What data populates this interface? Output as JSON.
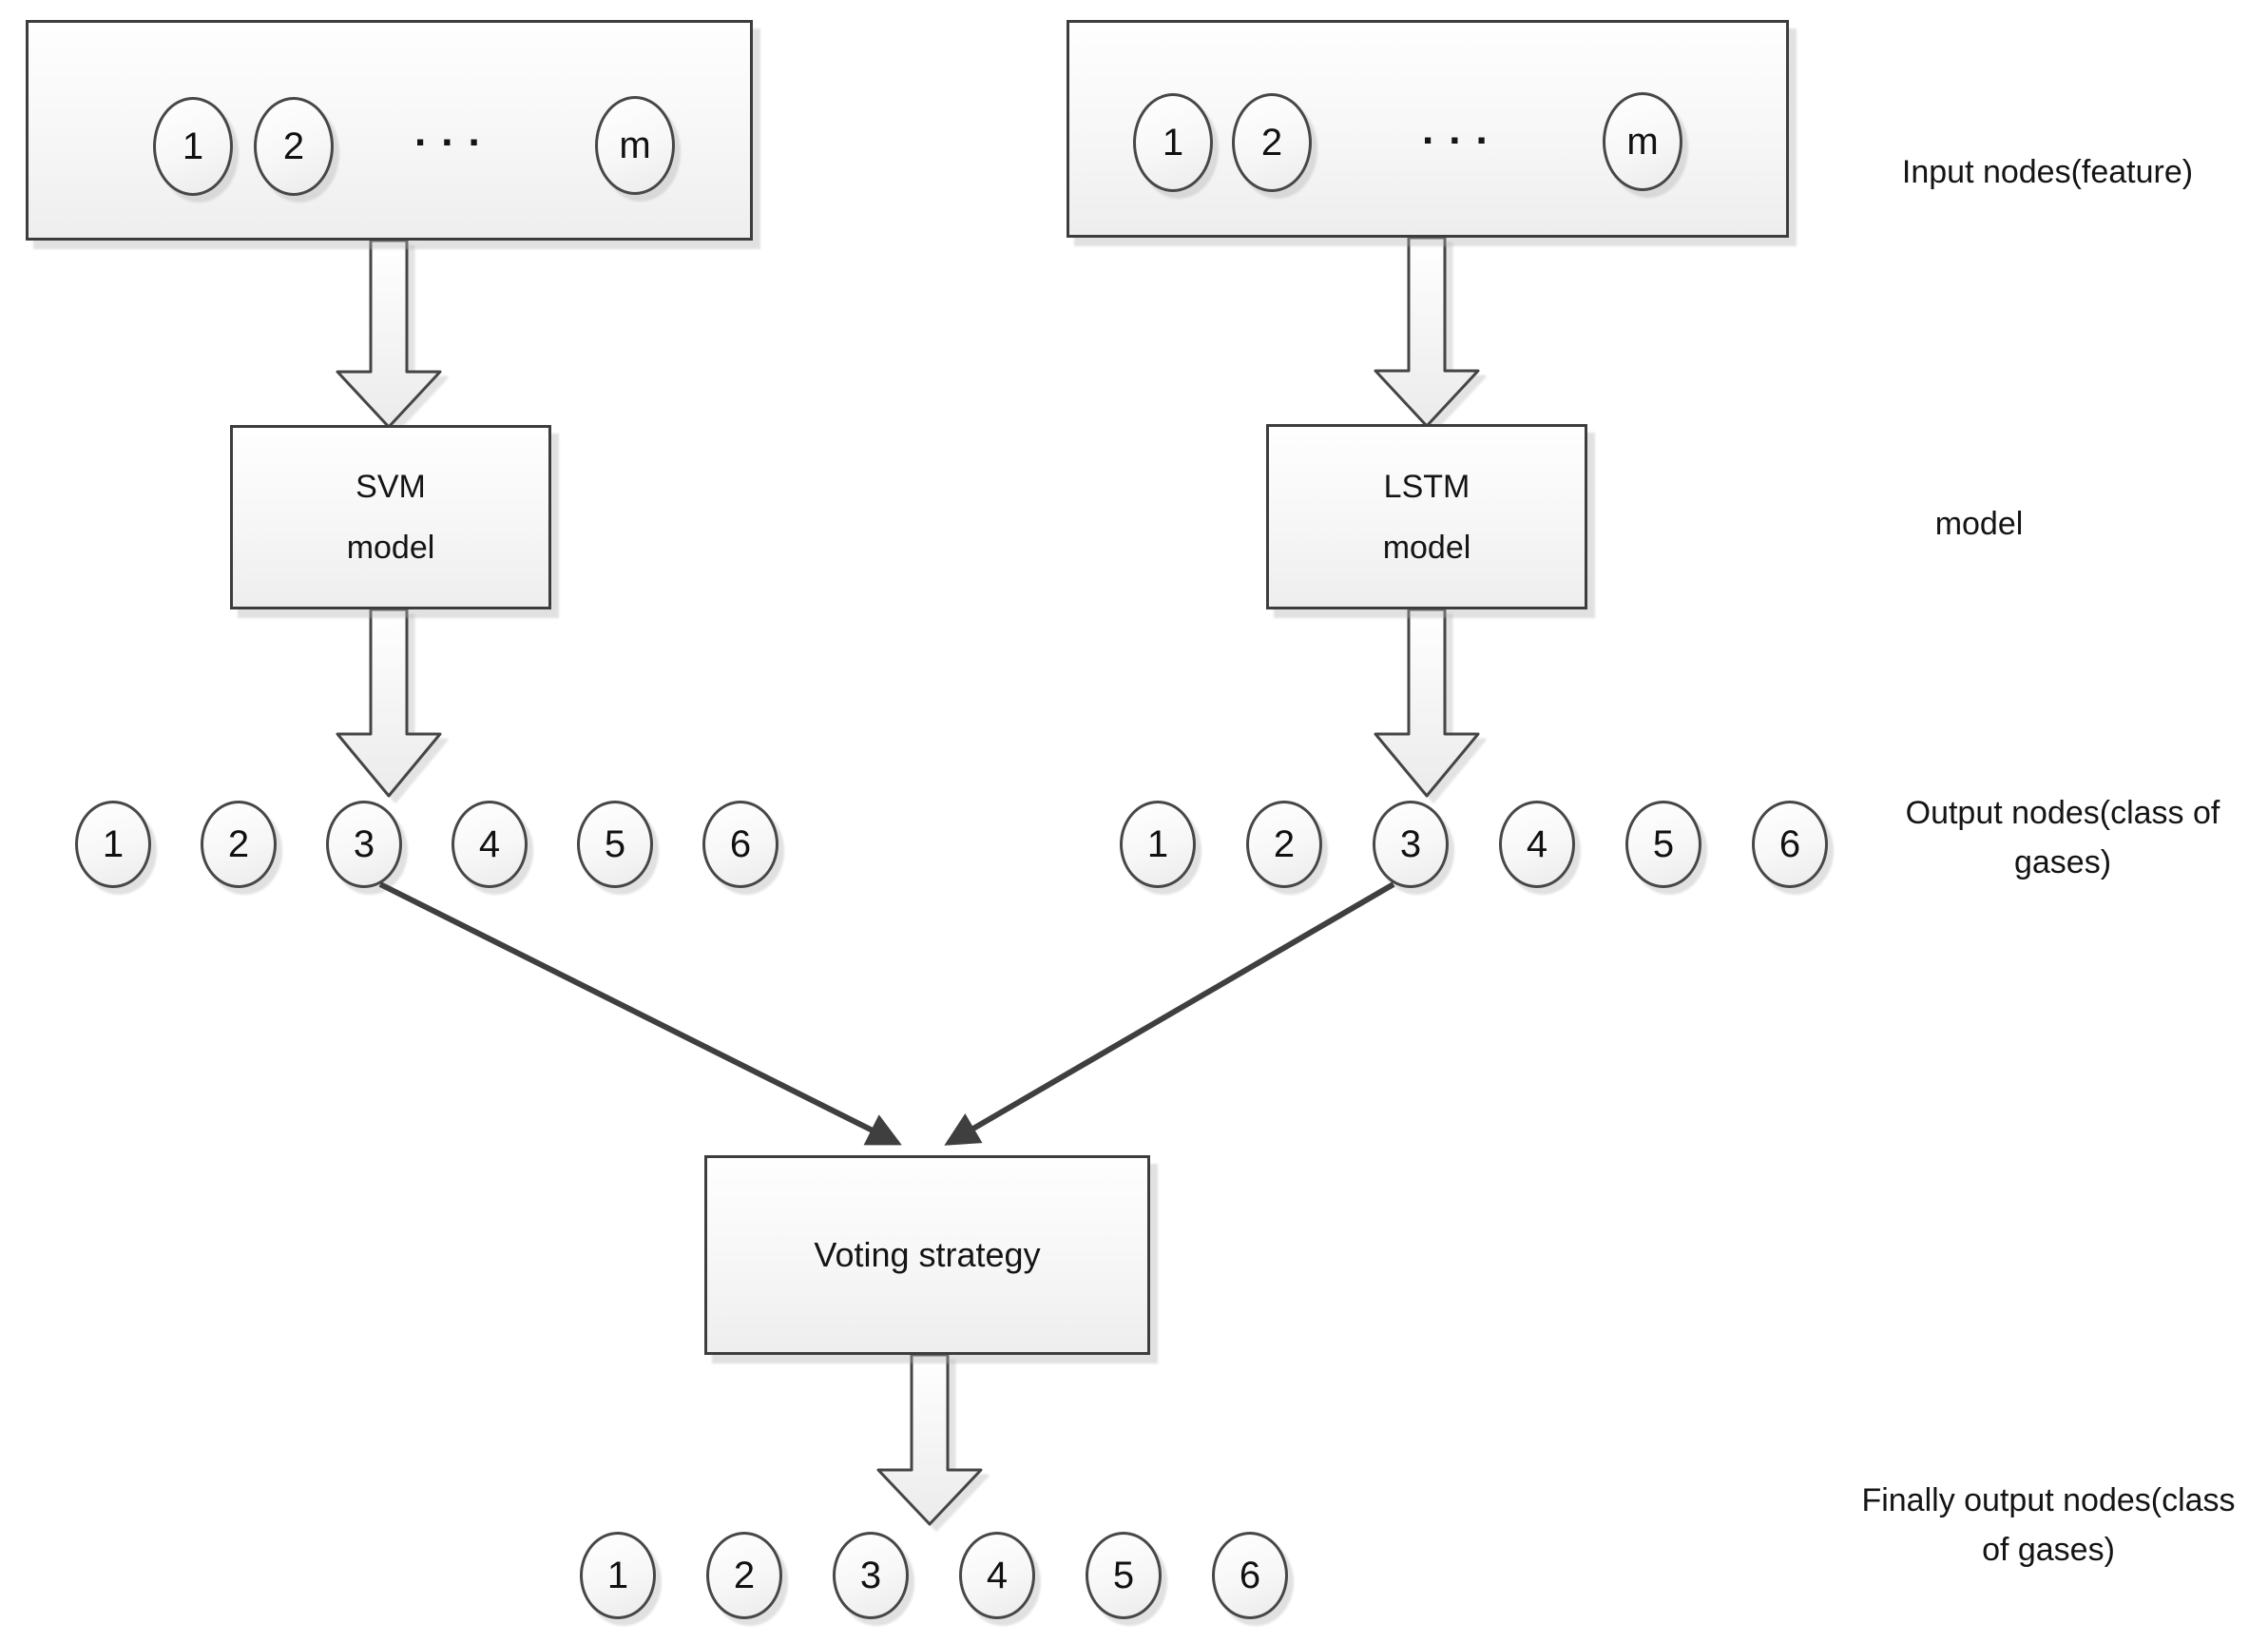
{
  "diagram": {
    "input_left": {
      "nodes": [
        "1",
        "2",
        "m"
      ],
      "ellipsis": "..."
    },
    "input_right": {
      "nodes": [
        "1",
        "2",
        "m"
      ],
      "ellipsis": "..."
    },
    "models": {
      "svm": [
        "SVM",
        "model"
      ],
      "lstm": [
        "LSTM",
        "model"
      ]
    },
    "voting": {
      "label": "Voting strategy"
    },
    "output_left": {
      "nodes": [
        "1",
        "2",
        "3",
        "4",
        "5",
        "6"
      ]
    },
    "output_right": {
      "nodes": [
        "1",
        "2",
        "3",
        "4",
        "5",
        "6"
      ]
    },
    "final_output": {
      "nodes": [
        "1",
        "2",
        "3",
        "4",
        "5",
        "6"
      ]
    },
    "annotations": {
      "input": "Input nodes(feature)",
      "model": "model",
      "output_line1": "Output nodes(class of",
      "output_line2": "gases)",
      "final_line1": "Finally output nodes(class",
      "final_line2": "of gases)"
    },
    "colors": {
      "outline": "#3f3f3f",
      "shape_fill_top": "#ffffff",
      "shape_fill_bottom": "#ececec",
      "text": "#1a1a1a",
      "background": "#ffffff"
    }
  }
}
